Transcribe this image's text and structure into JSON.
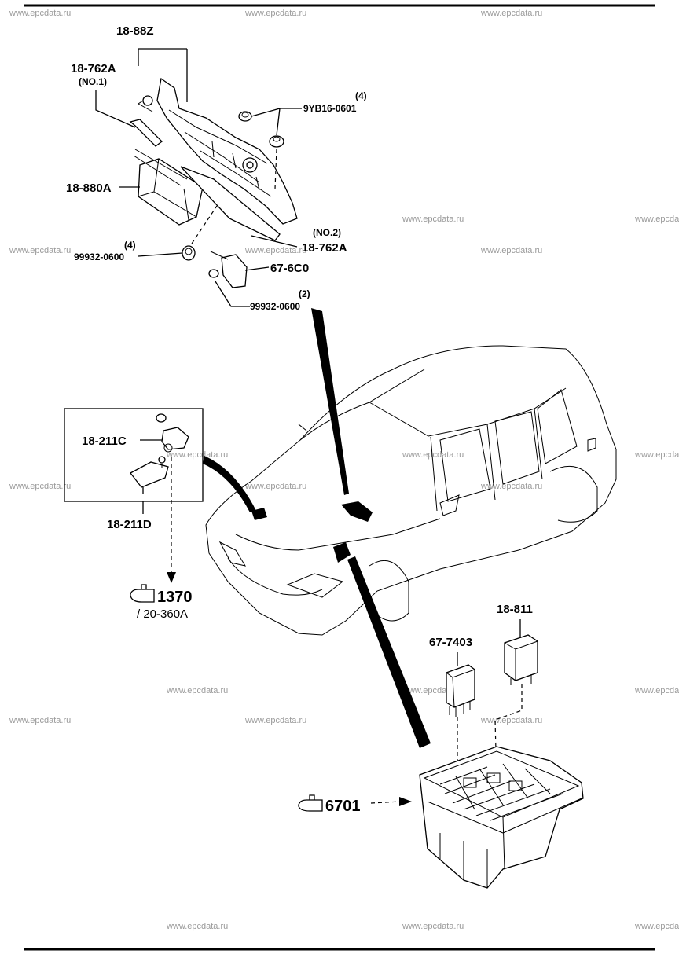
{
  "watermark": "www.epcdata.ru",
  "labels": {
    "p_18_88Z": "18-88Z",
    "p_18_762A_1": "18-762A",
    "p_no1": "(NO.1)",
    "p_qty4_top": "(4)",
    "p_9YB16": "9YB16-0601",
    "p_18_880A": "18-880A",
    "p_no2": "(NO.2)",
    "p_18_762A_2": "18-762A",
    "p_qty4_left": "(4)",
    "p_99932_left": "99932-0600",
    "p_67_6C0": "67-6C0",
    "p_qty2": "(2)",
    "p_99932_bottom": "99932-0600",
    "p_18_211C": "18-211C",
    "p_18_211D": "18-211D",
    "ref_1370": "1370",
    "ref_20_360A": "/ 20-360A",
    "p_18_811": "18-811",
    "p_67_7403": "67-7403",
    "ref_6701": "6701"
  }
}
